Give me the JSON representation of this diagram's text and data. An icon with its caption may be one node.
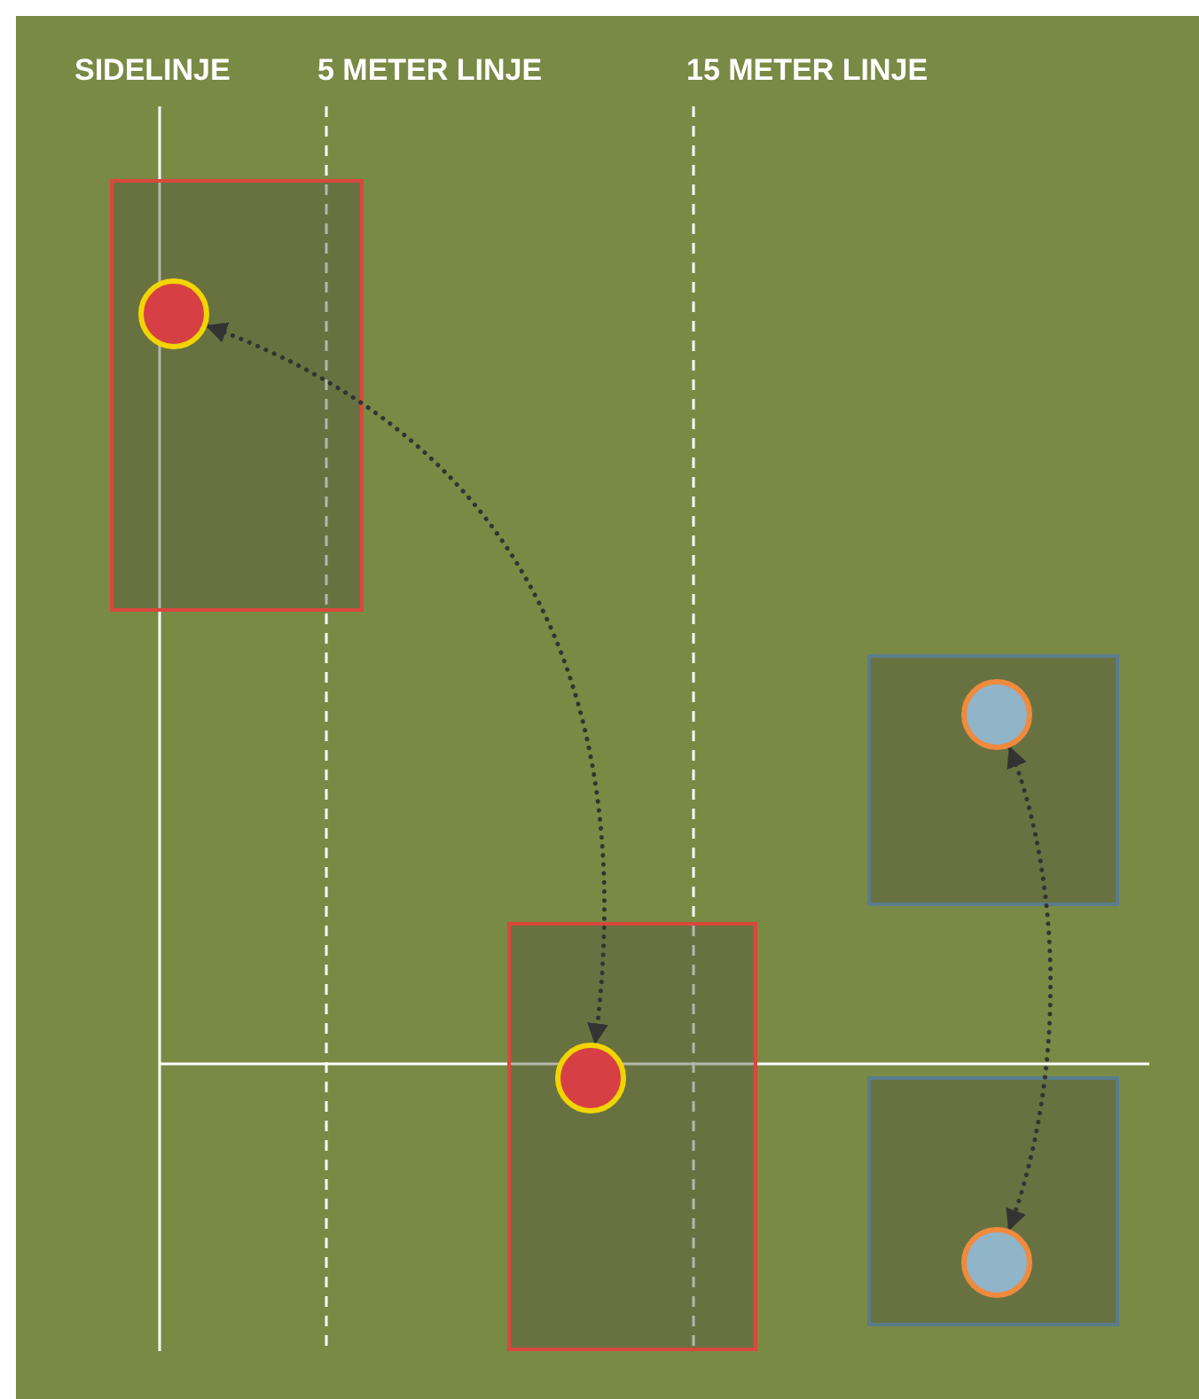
{
  "diagram": {
    "nodes": [
      {
        "text": [],
        "shape": "box"
      },
      {
        "text": [],
        "shape": "circle",
        "in": 0
      },
      {
        "text": [],
        "shape": "box"
      },
      {
        "text": [],
        "shape": "circle",
        "in": 2
      },
      {
        "text": [],
        "shape": "box"
      },
      {
        "text": [],
        "shape": "circle",
        "in": 4
      },
      {
        "text": [],
        "shape": "box"
      },
      {
        "text": [],
        "shape": "circle",
        "in": 6
      }
    ],
    "edges": [
      {
        "from": 1,
        "to": 5,
        "arrow": "both",
        "style": "dashed"
      },
      {
        "from": 3,
        "to": 7,
        "arrow": "both",
        "style": "dashed"
      }
    ],
    "labels": [
      "SIDELINJE",
      "5 METER LINJE",
      "15 METER LINJE"
    ]
  }
}
